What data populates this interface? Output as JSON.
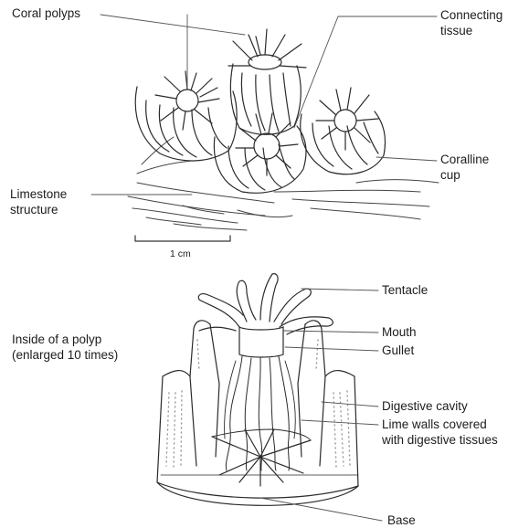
{
  "top_figure": {
    "labels": {
      "coral_polyps": "Coral polyps",
      "connecting_tissue": "Connecting\ntissue",
      "coralline_cup": "Coralline\ncup",
      "limestone_structure": "Limestone\nstructure",
      "scale": "1 cm"
    }
  },
  "bottom_figure": {
    "caption": "Inside of a polyp\n(enlarged 10 times)",
    "labels": {
      "tentacle": "Tentacle",
      "mouth": "Mouth",
      "gullet": "Gullet",
      "digestive_cavity": "Digestive cavity",
      "lime_walls": "Lime walls covered\nwith digestive tissues",
      "base": "Base"
    }
  },
  "colors": {
    "ink": "#2a2a2a",
    "leader": "#555555",
    "stipple": "#9a9a9a"
  }
}
